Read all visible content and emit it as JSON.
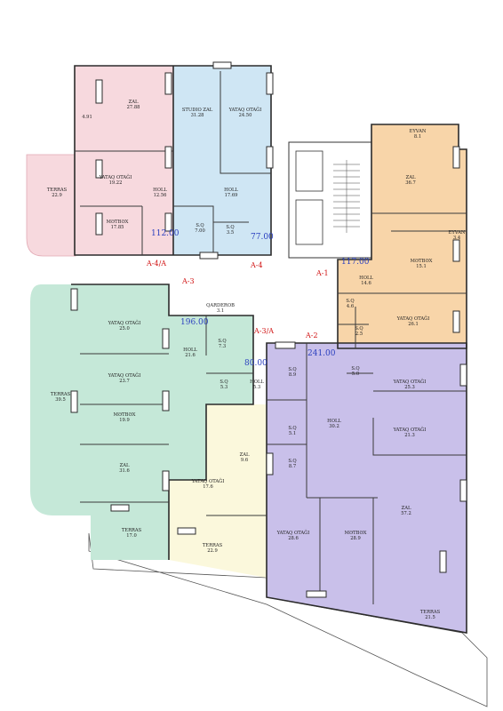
{
  "colors": {
    "pink": "#f7d9de",
    "blue": "#cfe6f4",
    "orange": "#f8d5a9",
    "green": "#c5e8d8",
    "yellow": "#fbf8dc",
    "purple": "#c9c0ea",
    "apartment_number": "#2a3fbf",
    "section_label": "#d01010"
  },
  "sections": {
    "a4a": "A-4/A",
    "a4": "A-4",
    "a3": "A-3",
    "a3a": "A-3/A",
    "a1": "A-1",
    "a2": "A-2"
  },
  "apartments": {
    "pink_total": "112.00",
    "blue_total": "77.00",
    "orange_total": "117.00",
    "green_total": "196.00",
    "yellow_total": "80.00",
    "purple_total": "241.00"
  },
  "rooms": {
    "pink_zal": {
      "name": "ZAL",
      "area": "27.88"
    },
    "pink_small": {
      "area": "4.91"
    },
    "pink_yataq": {
      "name": "YATAQ OTAĞI",
      "area": "19.22"
    },
    "pink_terras": {
      "name": "TERRAS",
      "area": "22.9"
    },
    "pink_holl": {
      "name": "HOLL",
      "area": "12.56"
    },
    "pink_metbex": {
      "name": "MƏTBƏX",
      "area": "17.85"
    },
    "pink_sq": {
      "name": "S.Q",
      "area": "7.00"
    },
    "blue_studio": {
      "name": "STUDIO ZAL",
      "area": "31.28"
    },
    "blue_yataq": {
      "name": "YATAQ OTAĞI",
      "area": "24.50"
    },
    "blue_holl": {
      "name": "HOLL",
      "area": "17.69"
    },
    "blue_sq": {
      "name": "S.Q",
      "area": "3.5"
    },
    "orange_eyvan1": {
      "name": "EYVAN",
      "area": "8.1"
    },
    "orange_zal": {
      "name": "ZAL",
      "area": "36.7"
    },
    "orange_eyvan2": {
      "name": "EYVAN",
      "area": "3.4"
    },
    "orange_metbex": {
      "name": "MƏTBƏX",
      "area": "15.1"
    },
    "orange_holl": {
      "name": "HOLL",
      "area": "14.6"
    },
    "orange_sq1": {
      "name": "S.Q",
      "area": "4.6"
    },
    "orange_sq2": {
      "name": "S.Q",
      "area": "2.5"
    },
    "orange_yataq": {
      "name": "YATAQ OTAĞI",
      "area": "26.1"
    },
    "green_qarderob": {
      "name": "QARDEROB",
      "area": "3.1"
    },
    "green_yataq1": {
      "name": "YATAQ OTAĞI",
      "area": "25.0"
    },
    "green_holl": {
      "name": "HOLL",
      "area": "21.6"
    },
    "green_sq": {
      "name": "S.Q",
      "area": "7.3"
    },
    "green_yataq2": {
      "name": "YATAQ OTAĞI",
      "area": "23.7"
    },
    "green_terras": {
      "name": "TERRAS",
      "area": "39.5"
    },
    "green_metbex": {
      "name": "MƏTBƏX",
      "area": "19.9"
    },
    "green_zal": {
      "name": "ZAL",
      "area": "31.6"
    },
    "green_terras2": {
      "name": "TERRAS",
      "area": "17.0"
    },
    "yellow_sq": {
      "name": "S.Q",
      "area": "5.3"
    },
    "yellow_holl": {
      "name": "HOLL",
      "area": "5.3"
    },
    "yellow_zal": {
      "name": "ZAL",
      "area": "9.6"
    },
    "yellow_yataq": {
      "name": "YATAQ OTAĞI",
      "area": "17.6"
    },
    "yellow_terras": {
      "name": "TERRAS",
      "area": "22.9"
    },
    "purple_sq1": {
      "name": "S.Q",
      "area": "8.9"
    },
    "purple_sq2": {
      "name": "S.Q",
      "area": "5.0"
    },
    "purple_yataq1": {
      "name": "YATAQ OTAĞI",
      "area": "25.3"
    },
    "purple_holl": {
      "name": "HOLL",
      "area": "30.2"
    },
    "purple_sq3": {
      "name": "S.Q",
      "area": "5.1"
    },
    "purple_yataq2": {
      "name": "YATAQ OTAĞI",
      "area": "21.3"
    },
    "purple_sq4": {
      "name": "S.Q",
      "area": "8.7"
    },
    "purple_zal": {
      "name": "ZAL",
      "area": "57.2"
    },
    "purple_yataq3": {
      "name": "YATAQ OTAĞI",
      "area": "28.6"
    },
    "purple_metbex": {
      "name": "MƏTBƏX",
      "area": "28.9"
    },
    "purple_terras": {
      "name": "TERRAS",
      "area": "21.5"
    }
  }
}
